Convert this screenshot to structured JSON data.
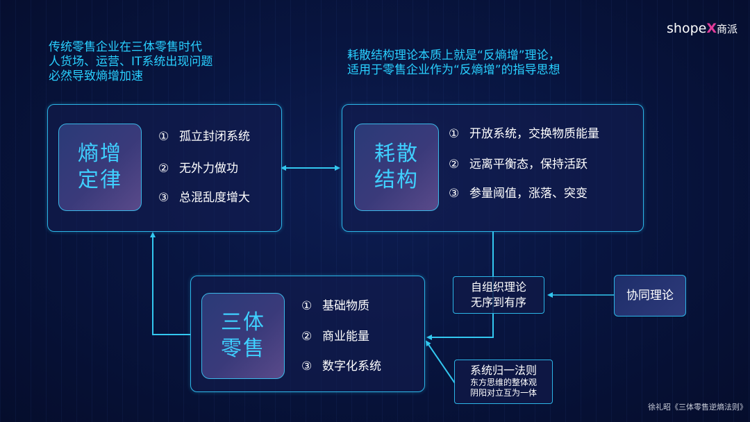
{
  "header": {
    "left_lines": [
      "传统零售企业在三体零售时代",
      "人货场、运营、IT系统出现问题",
      "必然导致熵增加速"
    ],
    "right_lines": [
      "耗散结构理论本质上就是“反熵增”理论，",
      "适用于零售企业作为“反熵增”的指导思想"
    ]
  },
  "logo": {
    "prefix": "shope",
    "accent": "X",
    "suffix": "商派"
  },
  "box_entropy": {
    "title_line1": "熵增",
    "title_line2": "定律",
    "items": [
      {
        "num": "①",
        "text": "孤立封闭系统"
      },
      {
        "num": "②",
        "text": "无外力做功"
      },
      {
        "num": "③",
        "text": "总混乱度增大"
      }
    ]
  },
  "box_dissipative": {
    "title_line1": "耗散",
    "title_line2": "结构",
    "items": [
      {
        "num": "①",
        "text": "开放系统，交换物质能量"
      },
      {
        "num": "②",
        "text": "远离平衡态，保持活跃"
      },
      {
        "num": "③",
        "text": "参量阈值，涨落、突变"
      }
    ]
  },
  "box_santi": {
    "title_line1": "三体",
    "title_line2": "零售",
    "items": [
      {
        "num": "①",
        "text": "基础物质"
      },
      {
        "num": "②",
        "text": "商业能量"
      },
      {
        "num": "③",
        "text": "数字化系统"
      }
    ]
  },
  "self_org": {
    "line1": "自组织理论",
    "line2": "无序到有序"
  },
  "synergy": {
    "label": "协同理论"
  },
  "system_rule": {
    "title": "系统归一法则",
    "line1": "东方思维的整体观",
    "line2": "阴阳对立互为一体"
  },
  "footer": {
    "text": "徐礼昭《三体零售逆熵法则》"
  },
  "colors": {
    "accent_cyan": "#29d0ff",
    "border": "#2cb6e8",
    "background": "#081540"
  }
}
